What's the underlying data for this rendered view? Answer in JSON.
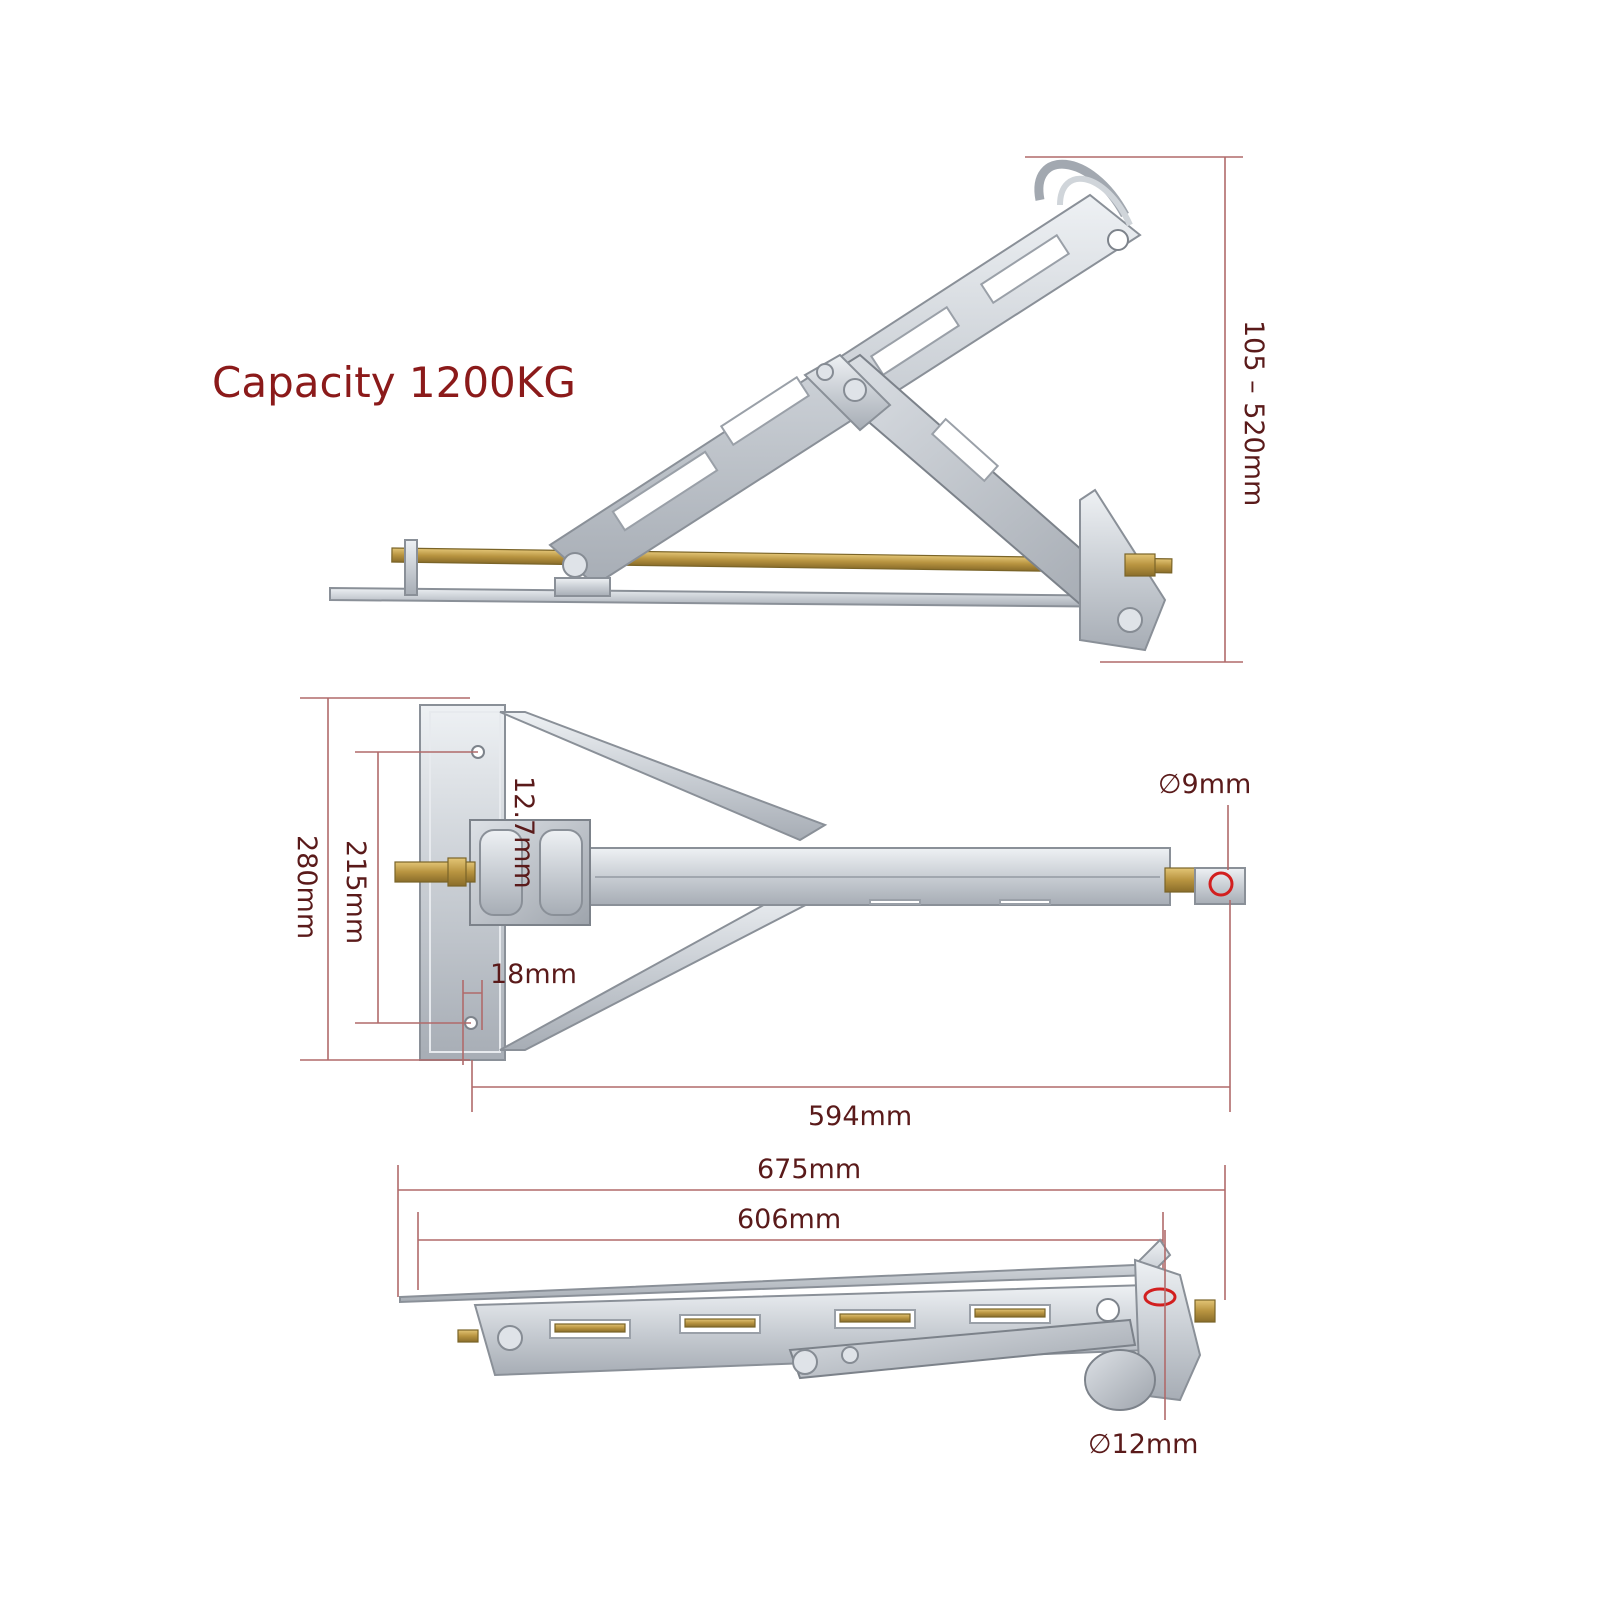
{
  "title": "Capacity 1200KG",
  "colors": {
    "title": "#8b1a1a",
    "dimension_line": "#b06a6a",
    "dimension_text": "#5a1a1a",
    "marker": "#d21f1f",
    "steel": "#c9ced4",
    "brass": "#c8a24a"
  },
  "dimensions": {
    "height_range": "105 – 520mm",
    "pin_diameter": "∅9mm",
    "hole_spacing": "12.7mm",
    "width_outer": "280mm",
    "width_inner": "215mm",
    "plate_offset": "18mm",
    "length_extended": "594mm",
    "length_total": "675mm",
    "length_inner": "606mm",
    "shaft_diameter": "∅12mm"
  }
}
